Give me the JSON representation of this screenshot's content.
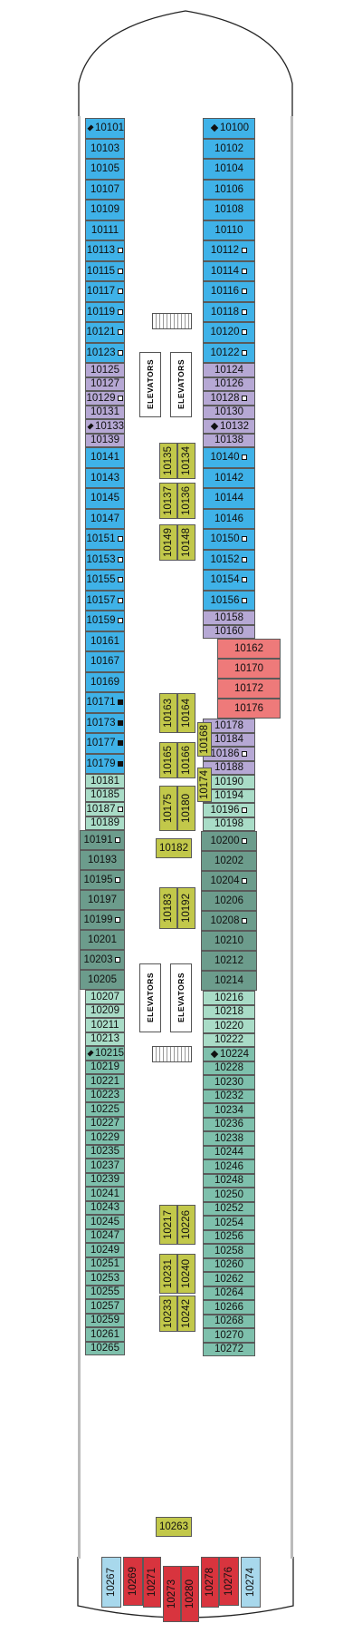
{
  "colors": {
    "blue": "#3fb2e8",
    "lilac": "#b6a8d4",
    "red": "#ee7a7a",
    "mint": "#a9dcc7",
    "darkgreen": "#6c9c8c",
    "teal": "#7ec0ac",
    "lightblue": "#a8d8ec",
    "crimson": "#d8343e",
    "olive": "#c2c84a"
  },
  "elevator_label": "ELEVATORS",
  "left_column": [
    {
      "n": "10101",
      "c": "blue",
      "d": true
    },
    {
      "n": "10103",
      "c": "blue"
    },
    {
      "n": "10105",
      "c": "blue"
    },
    {
      "n": "10107",
      "c": "blue"
    },
    {
      "n": "10109",
      "c": "blue"
    },
    {
      "n": "10111",
      "c": "blue"
    },
    {
      "n": "10113",
      "c": "blue",
      "i": "box"
    },
    {
      "n": "10115",
      "c": "blue",
      "i": "box"
    },
    {
      "n": "10117",
      "c": "blue",
      "i": "box"
    },
    {
      "n": "10119",
      "c": "blue",
      "i": "box"
    },
    {
      "n": "10121",
      "c": "blue",
      "i": "box"
    },
    {
      "n": "10123",
      "c": "blue",
      "i": "box"
    },
    {
      "n": "10125",
      "c": "lilac"
    },
    {
      "n": "10127",
      "c": "lilac"
    },
    {
      "n": "10129",
      "c": "lilac",
      "i": "box"
    },
    {
      "n": "10131",
      "c": "lilac"
    },
    {
      "n": "10133",
      "c": "lilac",
      "d": true
    },
    {
      "n": "10139",
      "c": "lilac"
    },
    {
      "n": "10141",
      "c": "blue"
    },
    {
      "n": "10143",
      "c": "blue"
    },
    {
      "n": "10145",
      "c": "blue"
    },
    {
      "n": "10147",
      "c": "blue"
    },
    {
      "n": "10151",
      "c": "blue",
      "i": "box"
    },
    {
      "n": "10153",
      "c": "blue",
      "i": "box"
    },
    {
      "n": "10155",
      "c": "blue",
      "i": "box"
    },
    {
      "n": "10157",
      "c": "blue",
      "i": "box"
    },
    {
      "n": "10159",
      "c": "blue",
      "i": "box"
    },
    {
      "n": "10161",
      "c": "blue"
    },
    {
      "n": "10167",
      "c": "blue"
    },
    {
      "n": "10169",
      "c": "blue"
    },
    {
      "n": "10171",
      "c": "blue",
      "i": "filled"
    },
    {
      "n": "10173",
      "c": "blue",
      "i": "filled"
    },
    {
      "n": "10177",
      "c": "blue",
      "i": "filled"
    },
    {
      "n": "10179",
      "c": "blue",
      "i": "filled"
    },
    {
      "n": "10181",
      "c": "mint"
    },
    {
      "n": "10185",
      "c": "mint"
    },
    {
      "n": "10187",
      "c": "mint",
      "i": "box"
    },
    {
      "n": "10189",
      "c": "mint"
    },
    {
      "n": "10191",
      "c": "darkgreen",
      "i": "box"
    },
    {
      "n": "10193",
      "c": "darkgreen"
    },
    {
      "n": "10195",
      "c": "darkgreen",
      "i": "box"
    },
    {
      "n": "10197",
      "c": "darkgreen"
    },
    {
      "n": "10199",
      "c": "darkgreen",
      "i": "box"
    },
    {
      "n": "10201",
      "c": "darkgreen"
    },
    {
      "n": "10203",
      "c": "darkgreen",
      "i": "box"
    },
    {
      "n": "10205",
      "c": "darkgreen"
    },
    {
      "n": "10207",
      "c": "mint"
    },
    {
      "n": "10209",
      "c": "mint"
    },
    {
      "n": "10211",
      "c": "mint"
    },
    {
      "n": "10213",
      "c": "mint"
    },
    {
      "n": "10215",
      "c": "teal",
      "d": true
    },
    {
      "n": "10219",
      "c": "teal"
    },
    {
      "n": "10221",
      "c": "teal"
    },
    {
      "n": "10223",
      "c": "teal"
    },
    {
      "n": "10225",
      "c": "teal"
    },
    {
      "n": "10227",
      "c": "teal"
    },
    {
      "n": "10229",
      "c": "teal"
    },
    {
      "n": "10235",
      "c": "teal"
    },
    {
      "n": "10237",
      "c": "teal"
    },
    {
      "n": "10239",
      "c": "teal"
    },
    {
      "n": "10241",
      "c": "teal"
    },
    {
      "n": "10243",
      "c": "teal"
    },
    {
      "n": "10245",
      "c": "teal"
    },
    {
      "n": "10247",
      "c": "teal"
    },
    {
      "n": "10249",
      "c": "teal"
    },
    {
      "n": "10251",
      "c": "teal"
    },
    {
      "n": "10253",
      "c": "teal"
    },
    {
      "n": "10255",
      "c": "teal"
    },
    {
      "n": "10257",
      "c": "teal"
    },
    {
      "n": "10259",
      "c": "teal"
    },
    {
      "n": "10261",
      "c": "teal"
    },
    {
      "n": "10265",
      "c": "teal"
    }
  ],
  "right_column": [
    {
      "n": "10100",
      "c": "blue",
      "d": true
    },
    {
      "n": "10102",
      "c": "blue"
    },
    {
      "n": "10104",
      "c": "blue"
    },
    {
      "n": "10106",
      "c": "blue"
    },
    {
      "n": "10108",
      "c": "blue"
    },
    {
      "n": "10110",
      "c": "blue"
    },
    {
      "n": "10112",
      "c": "blue",
      "i": "box"
    },
    {
      "n": "10114",
      "c": "blue",
      "i": "box"
    },
    {
      "n": "10116",
      "c": "blue",
      "i": "box"
    },
    {
      "n": "10118",
      "c": "blue",
      "i": "box"
    },
    {
      "n": "10120",
      "c": "blue",
      "i": "box"
    },
    {
      "n": "10122",
      "c": "blue",
      "i": "box"
    },
    {
      "n": "10124",
      "c": "lilac"
    },
    {
      "n": "10126",
      "c": "lilac"
    },
    {
      "n": "10128",
      "c": "lilac",
      "i": "box"
    },
    {
      "n": "10130",
      "c": "lilac"
    },
    {
      "n": "10132",
      "c": "lilac",
      "d": true
    },
    {
      "n": "10138",
      "c": "lilac"
    },
    {
      "n": "10140",
      "c": "blue",
      "i": "box"
    },
    {
      "n": "10142",
      "c": "blue"
    },
    {
      "n": "10144",
      "c": "blue"
    },
    {
      "n": "10146",
      "c": "blue"
    },
    {
      "n": "10150",
      "c": "blue",
      "i": "box"
    },
    {
      "n": "10152",
      "c": "blue",
      "i": "box"
    },
    {
      "n": "10154",
      "c": "blue",
      "i": "box"
    },
    {
      "n": "10156",
      "c": "blue",
      "i": "box"
    },
    {
      "n": "10158",
      "c": "lilac"
    },
    {
      "n": "10160",
      "c": "lilac"
    },
    {
      "n": "10162",
      "c": "red"
    },
    {
      "n": "10170",
      "c": "red"
    },
    {
      "n": "10172",
      "c": "red"
    },
    {
      "n": "10176",
      "c": "red"
    },
    {
      "n": "10178",
      "c": "lilac"
    },
    {
      "n": "10184",
      "c": "lilac"
    },
    {
      "n": "10186",
      "c": "lilac",
      "i": "box"
    },
    {
      "n": "10188",
      "c": "lilac"
    },
    {
      "n": "10190",
      "c": "mint"
    },
    {
      "n": "10194",
      "c": "mint"
    },
    {
      "n": "10196",
      "c": "mint",
      "i": "box"
    },
    {
      "n": "10198",
      "c": "mint"
    },
    {
      "n": "10200",
      "c": "darkgreen",
      "i": "box"
    },
    {
      "n": "10202",
      "c": "darkgreen"
    },
    {
      "n": "10204",
      "c": "darkgreen",
      "i": "box"
    },
    {
      "n": "10206",
      "c": "darkgreen"
    },
    {
      "n": "10208",
      "c": "darkgreen",
      "i": "box"
    },
    {
      "n": "10210",
      "c": "darkgreen"
    },
    {
      "n": "10212",
      "c": "darkgreen"
    },
    {
      "n": "10214",
      "c": "darkgreen"
    },
    {
      "n": "10216",
      "c": "mint"
    },
    {
      "n": "10218",
      "c": "mint"
    },
    {
      "n": "10220",
      "c": "mint"
    },
    {
      "n": "10222",
      "c": "mint"
    },
    {
      "n": "10224",
      "c": "teal",
      "d": true
    },
    {
      "n": "10228",
      "c": "teal"
    },
    {
      "n": "10230",
      "c": "teal"
    },
    {
      "n": "10232",
      "c": "teal"
    },
    {
      "n": "10234",
      "c": "teal"
    },
    {
      "n": "10236",
      "c": "teal"
    },
    {
      "n": "10238",
      "c": "teal"
    },
    {
      "n": "10244",
      "c": "teal"
    },
    {
      "n": "10246",
      "c": "teal"
    },
    {
      "n": "10248",
      "c": "teal"
    },
    {
      "n": "10250",
      "c": "teal"
    },
    {
      "n": "10252",
      "c": "teal"
    },
    {
      "n": "10254",
      "c": "teal"
    },
    {
      "n": "10256",
      "c": "teal"
    },
    {
      "n": "10258",
      "c": "teal"
    },
    {
      "n": "10260",
      "c": "teal"
    },
    {
      "n": "10262",
      "c": "teal"
    },
    {
      "n": "10264",
      "c": "teal"
    },
    {
      "n": "10266",
      "c": "teal"
    },
    {
      "n": "10268",
      "c": "teal"
    },
    {
      "n": "10270",
      "c": "teal"
    },
    {
      "n": "10272",
      "c": "teal"
    }
  ],
  "inner_pairs": [
    {
      "a": "10135",
      "b": "10134"
    },
    {
      "a": "10137",
      "b": "10136"
    },
    {
      "a": "10149",
      "b": "10148"
    },
    {
      "a": "10163",
      "b": "10164"
    },
    {
      "a": "10165",
      "b": "10166"
    },
    {
      "a": "10175",
      "b": "10180"
    },
    {
      "a": "10183",
      "b": "10192"
    },
    {
      "a": "10217",
      "b": "10226"
    },
    {
      "a": "10231",
      "b": "10240"
    },
    {
      "a": "10233",
      "b": "10242"
    }
  ],
  "inner_singles": [
    {
      "n": "10168"
    },
    {
      "n": "10174"
    },
    {
      "n": "10182"
    },
    {
      "n": "10263"
    }
  ],
  "stern_cabins": [
    {
      "n": "10267",
      "c": "lightblue"
    },
    {
      "n": "10269",
      "c": "crimson"
    },
    {
      "n": "10271",
      "c": "crimson"
    },
    {
      "n": "10273",
      "c": "crimson"
    },
    {
      "n": "10280",
      "c": "crimson"
    },
    {
      "n": "10278",
      "c": "crimson"
    },
    {
      "n": "10276",
      "c": "crimson"
    },
    {
      "n": "10274",
      "c": "lightblue"
    }
  ]
}
